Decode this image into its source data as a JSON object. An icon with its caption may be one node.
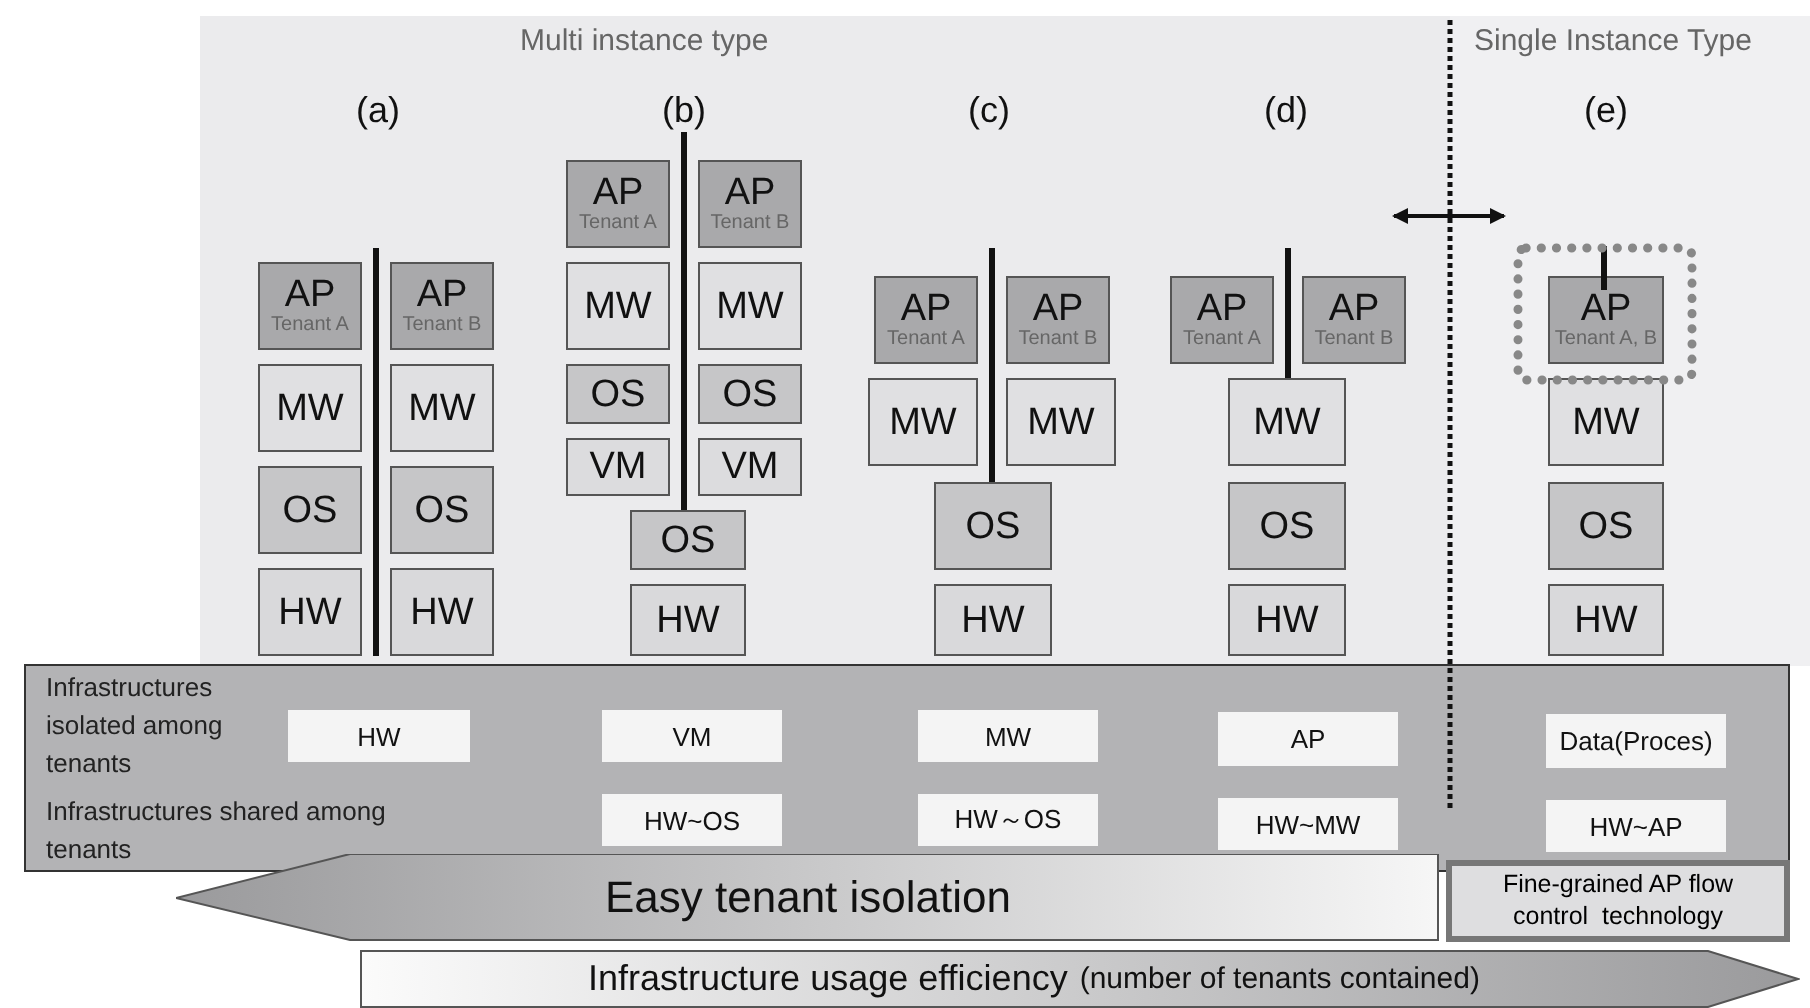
{
  "diagram": {
    "nodes": [
      {
        "text": [
          "AP",
          "Tenant A"
        ]
      },
      {
        "text": [
          "AP",
          "Tenant B"
        ]
      },
      {
        "text": [
          "MW"
        ]
      },
      {
        "text": [
          "MW"
        ]
      },
      {
        "text": [
          "OS"
        ]
      },
      {
        "text": [
          "OS"
        ]
      },
      {
        "text": [
          "HW"
        ]
      },
      {
        "text": [
          "HW"
        ]
      },
      {
        "text": [
          "AP",
          "Tenant A"
        ]
      },
      {
        "text": [
          "AP",
          "Tenant B"
        ]
      },
      {
        "text": [
          "MW"
        ]
      },
      {
        "text": [
          "MW"
        ]
      },
      {
        "text": [
          "OS"
        ]
      },
      {
        "text": [
          "OS"
        ]
      },
      {
        "text": [
          "VM"
        ]
      },
      {
        "text": [
          "VM"
        ]
      },
      {
        "text": [
          "OS"
        ]
      },
      {
        "text": [
          "HW"
        ]
      },
      {
        "text": [
          "AP",
          "Tenant A"
        ]
      },
      {
        "text": [
          "AP",
          "Tenant B"
        ]
      },
      {
        "text": [
          "MW"
        ]
      },
      {
        "text": [
          "MW"
        ]
      },
      {
        "text": [
          "OS"
        ]
      },
      {
        "text": [
          "HW"
        ]
      },
      {
        "text": [
          "AP",
          "Tenant A"
        ]
      },
      {
        "text": [
          "AP",
          "Tenant B"
        ]
      },
      {
        "text": [
          "MW"
        ]
      },
      {
        "text": [
          "OS"
        ]
      },
      {
        "text": [
          "HW"
        ]
      },
      {
        "text": [
          "AP",
          "Tenant A, B"
        ]
      },
      {
        "text": [
          "MW"
        ]
      },
      {
        "text": [
          "OS"
        ]
      },
      {
        "text": [
          "HW"
        ]
      },
      {
        "text": [
          "Infrastructures isolated among tenants",
          "Infrastructures shared among tenants"
        ]
      },
      {
        "text": [
          "HW"
        ],
        "in": 33
      },
      {
        "text": [
          "VM"
        ],
        "in": 33
      },
      {
        "text": [
          "MW"
        ],
        "in": 33
      },
      {
        "text": [
          "AP"
        ],
        "in": 33
      },
      {
        "text": [
          "Data(Proces)"
        ],
        "in": 33
      },
      {
        "text": [
          "HW~OS"
        ],
        "in": 33
      },
      {
        "text": [
          "HW～OS"
        ],
        "in": 33
      },
      {
        "text": [
          "HW~MW"
        ],
        "in": 33
      },
      {
        "text": [
          "HW~AP"
        ],
        "in": 33
      },
      {
        "text": [
          "Easy tenant isolation"
        ]
      },
      {
        "text": [
          "Fine-grained AP flow control  technology"
        ]
      },
      {
        "text": [
          "Infrastructure usage efficiency",
          "(number of tenants contained)"
        ]
      }
    ],
    "labels": [
      "Multi instance type",
      "Single Instance Type",
      "(a)",
      "(b)",
      "(c)",
      "(d)",
      "(e)"
    ]
  }
}
